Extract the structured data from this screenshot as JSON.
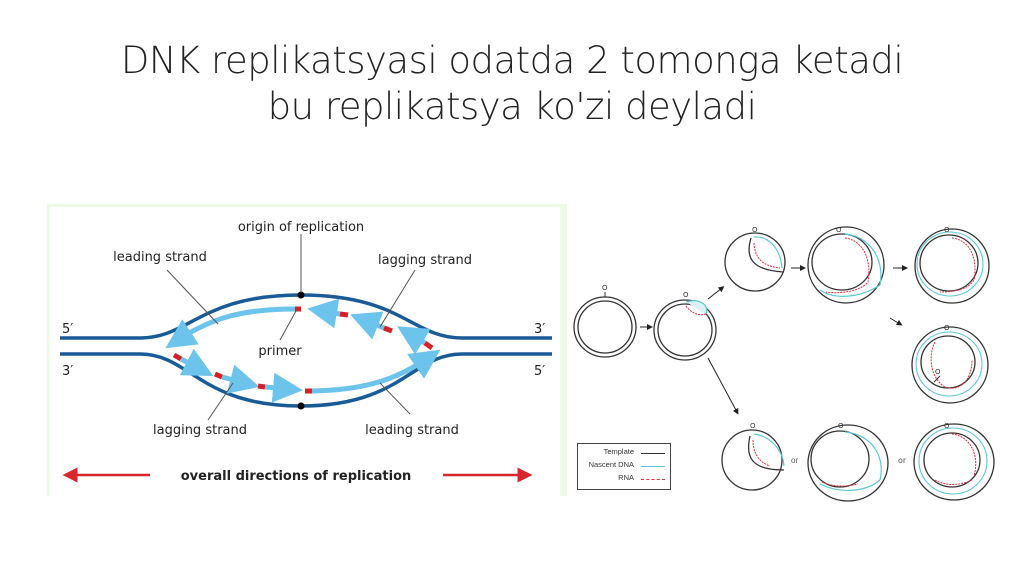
{
  "slide": {
    "title_lines": [
      "DNK replikatsyasi odatda 2 tomonga ketadi",
      "bu replikatsya ko'zi deyladі"
    ]
  },
  "left_diagram": {
    "labels": {
      "origin": "origin of replication",
      "leading_top": "leading strand",
      "lagging_top": "lagging strand",
      "primer": "primer",
      "lagging_bottom": "lagging strand",
      "leading_bottom": "leading strand",
      "overall": "overall directions of replication"
    },
    "ends": {
      "top_left": "5′",
      "top_right": "3′",
      "bottom_left": "3′",
      "bottom_right": "5′"
    },
    "colors": {
      "template": "#1a5b97",
      "nascent": "#6cc3ec",
      "primer": "#d62027",
      "arrow": "#d6262e",
      "background_frame": "#eef9e6"
    }
  },
  "right_diagram": {
    "origin_labels": {
      "o1": "O",
      "o1_sub": "H",
      "ol": "O",
      "ol_sub": "L"
    },
    "or_label": "or",
    "legend": [
      {
        "label": "Template",
        "color": "#333333",
        "style": "solid"
      },
      {
        "label": "Nascent DNA",
        "color": "#5ec6d6",
        "style": "solid"
      },
      {
        "label": "RNA",
        "color": "#d9303a",
        "style": "dashed"
      }
    ]
  }
}
